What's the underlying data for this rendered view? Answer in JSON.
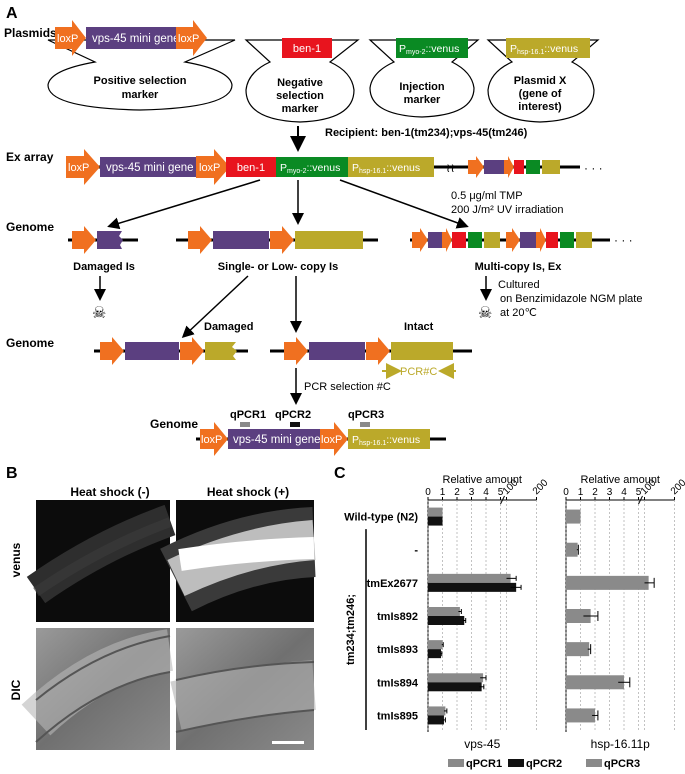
{
  "panels": {
    "a": "A",
    "b": "B",
    "c": "C"
  },
  "colors": {
    "loxp": "#f07020",
    "vps45": "#5b3f80",
    "ben1": "#e8141e",
    "myo2": "#0a8a23",
    "hsp": "#bba92a",
    "grey": "#8a8a8a",
    "black": "#111111"
  },
  "panel_a": {
    "plasmids_label": "Plasmids",
    "loxp": "loxP",
    "vps45_mini": "vps-45 mini gene",
    "ben1": "ben-1",
    "p_myo2_prefix": "P",
    "p_myo2_sub": "myo-2",
    "p_myo2_suffix": "::venus",
    "p_hsp_prefix": "P",
    "p_hsp_sub": "hsp-16.1",
    "p_hsp_suffix": "::venus",
    "positive_marker": [
      "Positive selection",
      "marker"
    ],
    "negative_marker": [
      "Negative",
      "selection",
      "marker"
    ],
    "injection_marker": [
      "Injection",
      "marker"
    ],
    "plasmid_x": [
      "Plasmid X",
      "(gene of",
      "interest)"
    ],
    "recipient": "Recipient: ben-1(tm234);vps-45(tm246)",
    "ex_array": "Ex array",
    "tmp_line1": "0.5 μg/ml TMP",
    "tmp_line2": "200 J/m² UV irradiation",
    "genome": "Genome",
    "damaged_is": "Damaged Is",
    "single_low": "Single- or Low- copy Is",
    "multi_copy": "Multi-copy Is, Ex",
    "cultured": [
      "Cultured",
      "on Benzimidazole NGM plate",
      "at 20℃"
    ],
    "damaged": "Damaged",
    "intact": "Intact",
    "pcr_c": "PCR#C",
    "pcr_selection": "PCR selection #C",
    "qpcr1": "qPCR1",
    "qpcr2": "qPCR2",
    "qpcr3": "qPCR3",
    "skull": "☠",
    "dots": "· · ·"
  },
  "panel_b": {
    "heat_minus": "Heat shock (-)",
    "heat_plus": "Heat shock (+)",
    "venus": "venus",
    "dic": "DIC"
  },
  "chart_data": [
    {
      "type": "bar",
      "orientation": "horizontal",
      "title": "Relative amount",
      "xlabel": "vps-45",
      "x_ticks": [
        "0",
        "1",
        "2",
        "3",
        "4",
        "5",
        "100",
        "200"
      ],
      "axis_break_after": 5,
      "categories": [
        "Wild-type (N2)",
        "-",
        "tmEx2677",
        "tmIs892",
        "tmIs893",
        "tmIs894",
        "tmIs895"
      ],
      "group_label": "tm234;tm246;",
      "series": [
        {
          "name": "qPCR1",
          "color": "#8a8a8a",
          "values": [
            1.0,
            0.0,
            110,
            2.2,
            1.0,
            3.8,
            1.2
          ],
          "errors": [
            0,
            0,
            15,
            0.1,
            0.05,
            0.2,
            0.1
          ]
        },
        {
          "name": "qPCR2",
          "color": "#111111",
          "values": [
            1.0,
            0.0,
            125,
            2.5,
            0.9,
            3.7,
            1.1
          ],
          "errors": [
            0,
            0,
            15,
            0.1,
            0.05,
            0.15,
            0.1
          ]
        }
      ]
    },
    {
      "type": "bar",
      "orientation": "horizontal",
      "title": "Relative amount",
      "xlabel": "hsp-16.11p",
      "x_ticks": [
        "0",
        "1",
        "2",
        "3",
        "4",
        "5",
        "100",
        "200"
      ],
      "axis_break_after": 5,
      "categories": [
        "Wild-type (N2)",
        "-",
        "tmEx2677",
        "tmIs892",
        "tmIs893",
        "tmIs894",
        "tmIs895"
      ],
      "series": [
        {
          "name": "qPCR3",
          "color": "#8a8a8a",
          "values": [
            1.0,
            0.8,
            110,
            1.7,
            1.6,
            4.0,
            2.0
          ],
          "errors": [
            0,
            0.05,
            15,
            0.5,
            0.1,
            0.4,
            0.2
          ]
        }
      ]
    }
  ]
}
